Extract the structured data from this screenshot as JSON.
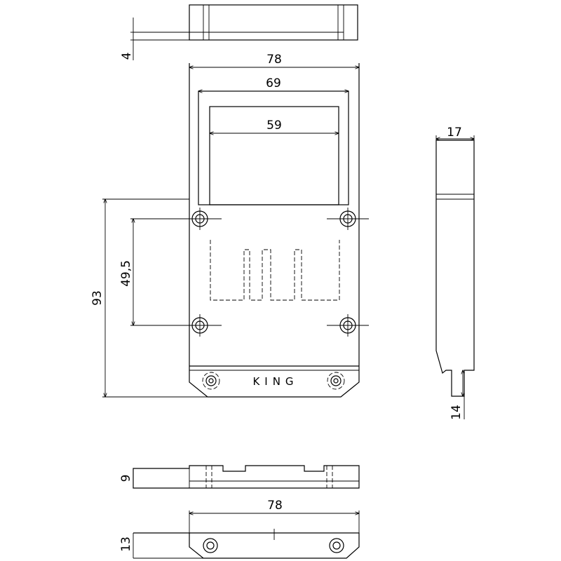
{
  "drawing": {
    "brand_text": "KING",
    "dimensions": {
      "top_view_thickness": "4",
      "front_overall_width": "78",
      "front_outer_window_width": "69",
      "front_inner_window_width": "59",
      "front_overall_height": "93",
      "front_hole_spacing": "49,5",
      "side_depth": "17",
      "side_lip_height": "14",
      "bottom_view_height": "9",
      "bottom_plate_width": "78",
      "bottom_plate_height": "13"
    }
  }
}
